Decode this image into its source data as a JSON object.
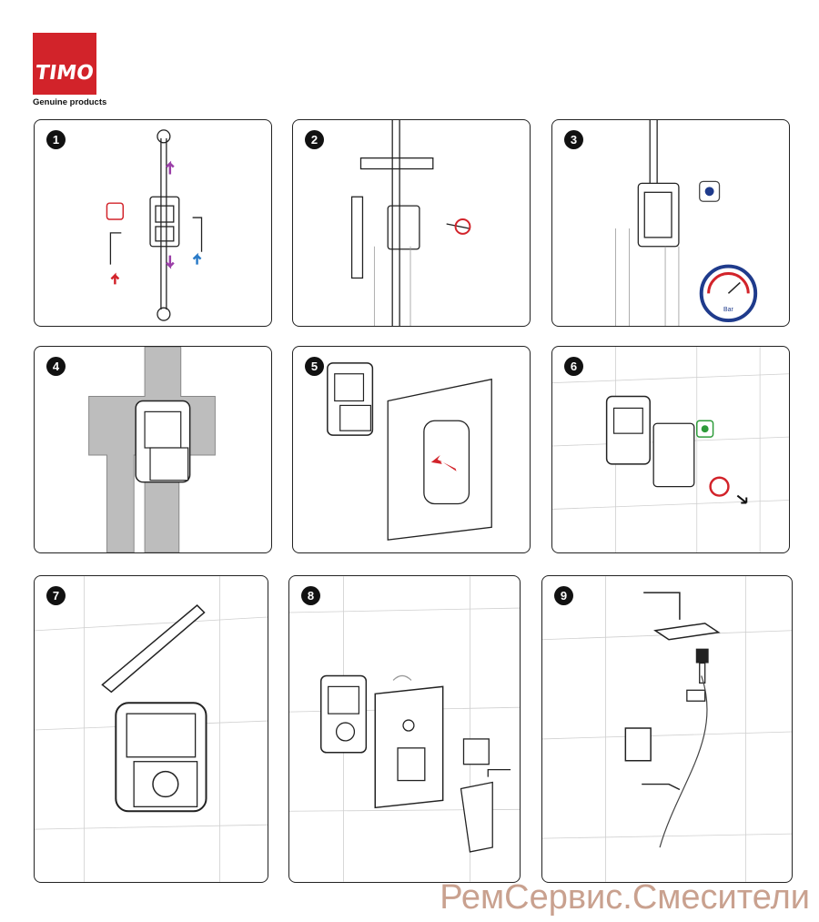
{
  "brand": {
    "logo_text": "TIMO",
    "tagline": "Genuine products",
    "color": "#d2232a"
  },
  "steps": [
    {
      "number": "1"
    },
    {
      "number": "2"
    },
    {
      "number": "3",
      "gauge_label": "Bar"
    },
    {
      "number": "4"
    },
    {
      "number": "5"
    },
    {
      "number": "6"
    },
    {
      "number": "7"
    },
    {
      "number": "8"
    },
    {
      "number": "9"
    }
  ],
  "watermark": "РемСервис.Смесители",
  "colors": {
    "arrow_red": "#d2232a",
    "arrow_purple": "#9b3fa8",
    "arrow_blue": "#2a7bc8",
    "wall_grey": "#bdbdbd",
    "gauge_blue": "#1f3b8c",
    "recycle_green": "#2e9b3a"
  }
}
